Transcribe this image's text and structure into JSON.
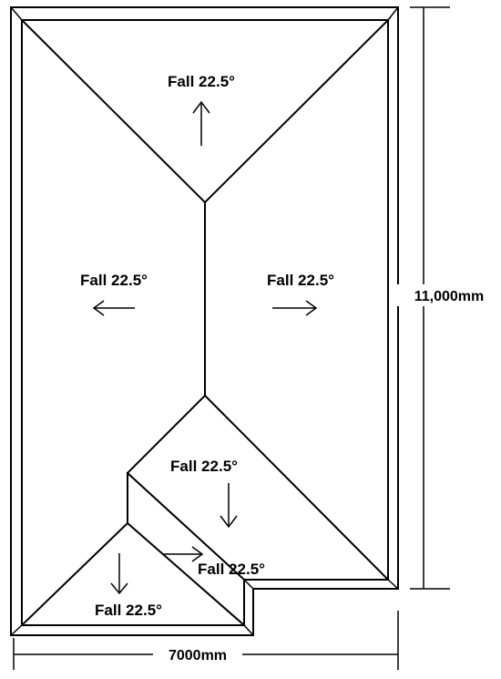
{
  "roof_plan": {
    "faces": {
      "top": {
        "label": "Fall 22.5°",
        "arrow": "up-arrow-icon"
      },
      "left": {
        "label": "Fall 22.5°",
        "arrow": "left-arrow-icon"
      },
      "right": {
        "label": "Fall 22.5°",
        "arrow": "right-arrow-icon"
      },
      "lower_middle": {
        "label": "Fall 22.5°",
        "arrow": "down-arrow-icon"
      },
      "step": {
        "label": "Fall 22.5°",
        "arrow": "right-arrow-icon"
      },
      "bottom_left": {
        "label": "Fall 22.5°",
        "arrow": "down-arrow-icon"
      }
    },
    "dimensions": {
      "height": "11,000mm",
      "width": "7000mm"
    }
  },
  "colors": {
    "line": "#000000",
    "background": "#ffffff"
  }
}
